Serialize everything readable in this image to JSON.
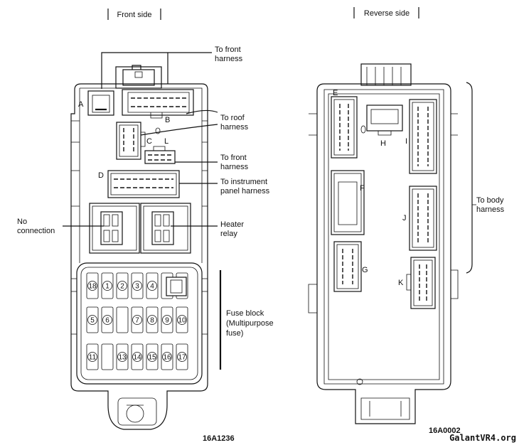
{
  "headers": {
    "front": "Front side",
    "reverse": "Reverse side"
  },
  "front_labels": {
    "front_harness_top": [
      "To front",
      "harness"
    ],
    "roof_harness": [
      "To roof",
      "harness"
    ],
    "front_harness_mid": [
      "To front",
      "harness"
    ],
    "instrument_panel": [
      "To  instrument",
      "panel harness"
    ],
    "no_connection": [
      "No",
      "connection"
    ],
    "heater_relay": [
      "Heater",
      "relay"
    ],
    "fuse_block": [
      "Fuse  block",
      "(Multipurpose",
      "fuse)"
    ]
  },
  "front_connectors": {
    "a": "A",
    "b": "B",
    "c": "C",
    "l": "L",
    "d": "D"
  },
  "reverse_connectors": {
    "e": "E",
    "f": "F",
    "g": "G",
    "h": "H",
    "i": "I",
    "j": "J",
    "k": "K"
  },
  "reverse_labels": {
    "body_harness": [
      "To  body",
      "harness"
    ]
  },
  "fuses": {
    "row1": [
      "18",
      "1",
      "2",
      "3",
      "4"
    ],
    "row2": [
      "5",
      "6",
      "7",
      "8",
      "9",
      "10"
    ],
    "row3": [
      "11",
      "13",
      "14",
      "15",
      "16",
      "17"
    ]
  },
  "codes": {
    "front": "16A1236",
    "reverse": "16A0002"
  },
  "watermark": "GalantVR4.org"
}
